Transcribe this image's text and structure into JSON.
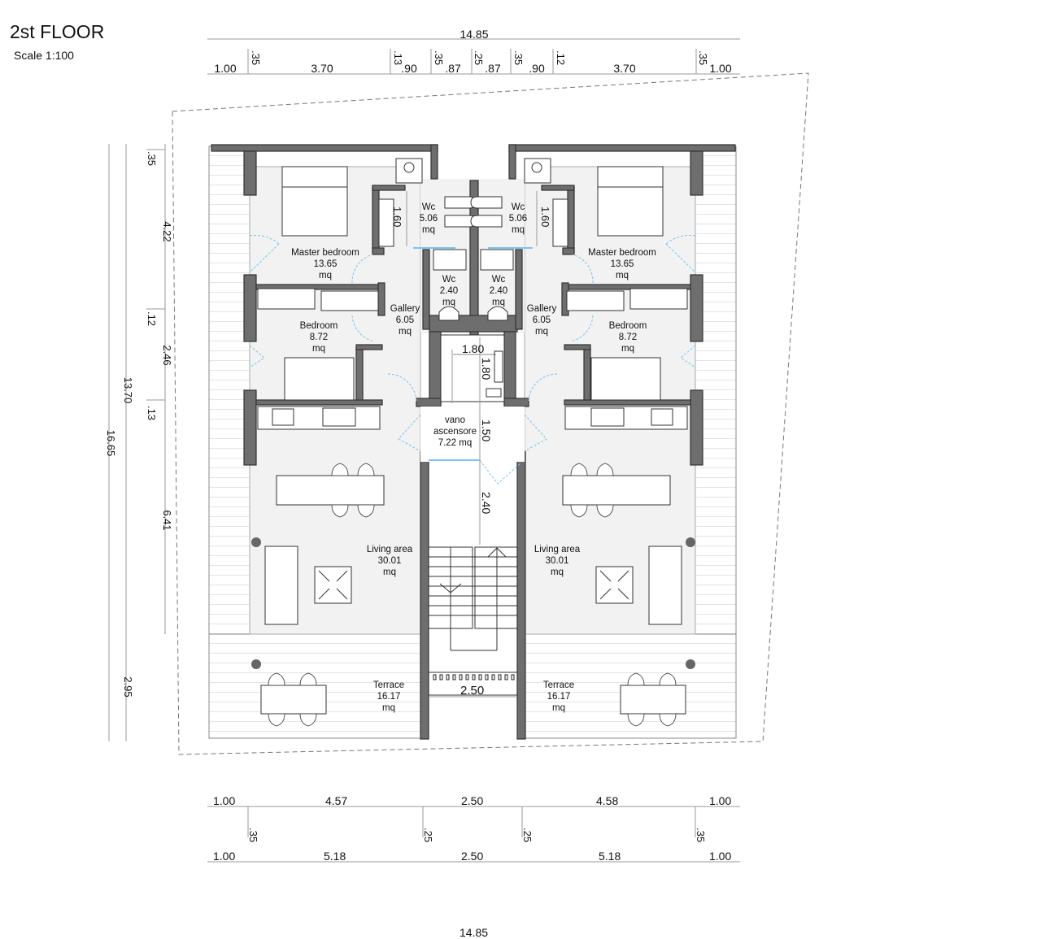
{
  "header": {
    "title": "2st FLOOR",
    "scale": "Scale 1:100"
  },
  "colors": {
    "wall": "#6e6e6e",
    "wall_outline": "#3a3a3a",
    "floor": "#f2f2f2",
    "door_swing": "#7cc4ee",
    "dim_line": "#9a9a9a"
  },
  "dimensions": {
    "top_total": "14.85",
    "top_row": [
      "1.00",
      ".35",
      "3.70",
      ".13",
      ".90",
      ".35",
      ".87",
      ".25",
      ".87",
      ".35",
      ".90",
      ".12",
      "3.70",
      ".35",
      "1.00"
    ],
    "left_total": "16.65",
    "left_mid": [
      "13.70",
      "2.95"
    ],
    "left_inner": [
      ".35",
      "4.22",
      ".12",
      "2.46",
      ".13",
      "6.41"
    ],
    "bottom_row1": [
      "1.00",
      "4.57",
      "2.50",
      "4.58",
      "1.00"
    ],
    "bottom_walls": [
      ".35",
      ".25",
      ".25",
      ".35"
    ],
    "bottom_row2": [
      "1.00",
      "5.18",
      "2.50",
      "5.18",
      "1.00"
    ],
    "bottom_cut": "14.85",
    "interior": {
      "wc_left": "1.60",
      "wc_right": "1.60",
      "lift_w": "1.80",
      "lift_h": "1.80",
      "landing": "1.50",
      "stair": "2.40",
      "stair_width": "2.50"
    }
  },
  "rooms": {
    "left": {
      "master": {
        "name": "Master bedroom",
        "area": "13.65",
        "unit": "mq"
      },
      "wc_big": {
        "name": "Wc",
        "area": "5.06",
        "unit": "mq"
      },
      "wc_small": {
        "name": "Wc",
        "area": "2.40",
        "unit": "mq"
      },
      "gallery": {
        "name": "Gallery",
        "area": "6.05",
        "unit": "mq"
      },
      "bedroom": {
        "name": "Bedroom",
        "area": "8.72",
        "unit": "mq"
      },
      "living": {
        "name": "Living area",
        "area": "30.01",
        "unit": "mq"
      },
      "terrace": {
        "name": "Terrace",
        "area": "16.17",
        "unit": "mq"
      }
    },
    "right": {
      "master": {
        "name": "Master bedroom",
        "area": "13.65",
        "unit": "mq"
      },
      "wc_big": {
        "name": "Wc",
        "area": "5.06",
        "unit": "mq"
      },
      "wc_small": {
        "name": "Wc",
        "area": "2.40",
        "unit": "mq"
      },
      "gallery": {
        "name": "Gallery",
        "area": "6.05",
        "unit": "mq"
      },
      "bedroom": {
        "name": "Bedroom",
        "area": "8.72",
        "unit": "mq"
      },
      "living": {
        "name": "Living area",
        "area": "30.01",
        "unit": "mq"
      },
      "terrace": {
        "name": "Terrace",
        "area": "16.17",
        "unit": "mq"
      }
    },
    "core": {
      "line1": "vano",
      "line2": "ascensore",
      "line3": "7.22 mq"
    }
  }
}
